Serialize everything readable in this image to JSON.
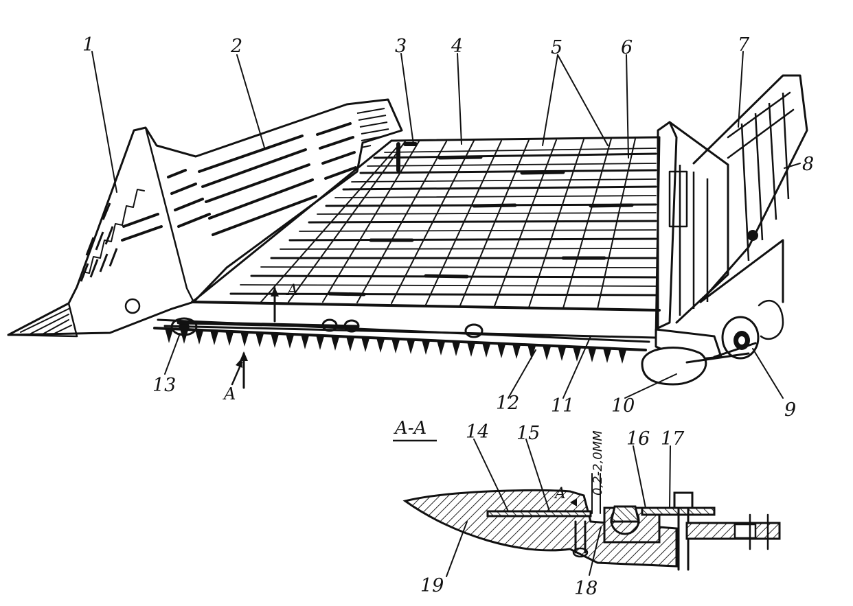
{
  "figure": {
    "callouts": [
      "1",
      "2",
      "3",
      "4",
      "5",
      "6",
      "7",
      "8",
      "9",
      "10",
      "11",
      "12",
      "13",
      "14",
      "15",
      "16",
      "17",
      "18",
      "19"
    ],
    "section_marker": "A",
    "section_title": "A-A",
    "gap_dimension": "0,2-2,0ММ"
  },
  "colors": {
    "ink": "#111111",
    "paper": "#ffffff",
    "hatch": "#222222"
  }
}
